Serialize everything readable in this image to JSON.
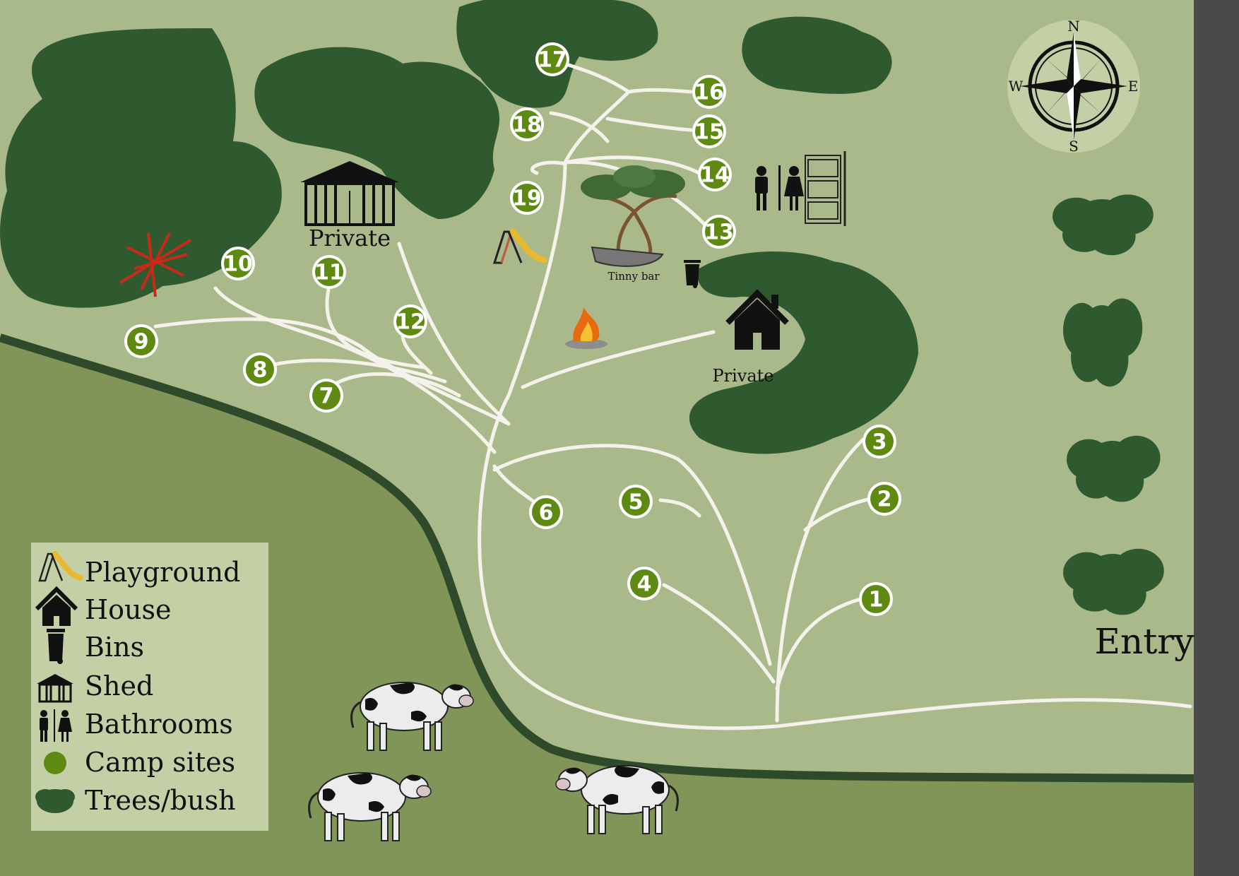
{
  "colors": {
    "field_light": "#a9b98a",
    "field_dark": "#819559",
    "boundary": "#2f4a2a",
    "path": "#f4f2ea",
    "tree": "#2f5a30",
    "tree_dark": "#234524",
    "site_fill": "#5e8a12",
    "site_ring": "#ffffff",
    "legend_bg": "#c3d0a6",
    "right_bar": "#4a4a4a",
    "compass_bg": "#c3d0a6",
    "red_marks": "#c82a1a"
  },
  "compass": {
    "n": "N",
    "e": "E",
    "s": "S",
    "w": "W"
  },
  "labels": {
    "shed_private": "Private",
    "house_private": "Private",
    "tinny_bar": "Tinny bar",
    "entry": "Entry"
  },
  "sites": [
    {
      "num": "1"
    },
    {
      "num": "2"
    },
    {
      "num": "3"
    },
    {
      "num": "4"
    },
    {
      "num": "5"
    },
    {
      "num": "6"
    },
    {
      "num": "7"
    },
    {
      "num": "8"
    },
    {
      "num": "9"
    },
    {
      "num": "10"
    },
    {
      "num": "11"
    },
    {
      "num": "12"
    },
    {
      "num": "13"
    },
    {
      "num": "14"
    },
    {
      "num": "15"
    },
    {
      "num": "16"
    },
    {
      "num": "17"
    },
    {
      "num": "18"
    },
    {
      "num": "19"
    }
  ],
  "legend": {
    "items": [
      {
        "label": "Playground",
        "icon": "slide-icon"
      },
      {
        "label": "House",
        "icon": "house-icon"
      },
      {
        "label": "Bins",
        "icon": "bin-icon"
      },
      {
        "label": "Shed",
        "icon": "shed-icon"
      },
      {
        "label": "Bathrooms",
        "icon": "bathroom-icon"
      },
      {
        "label": "Camp sites",
        "icon": "campsite-dot-icon"
      },
      {
        "label": "Trees/bush",
        "icon": "tree-icon"
      }
    ]
  }
}
